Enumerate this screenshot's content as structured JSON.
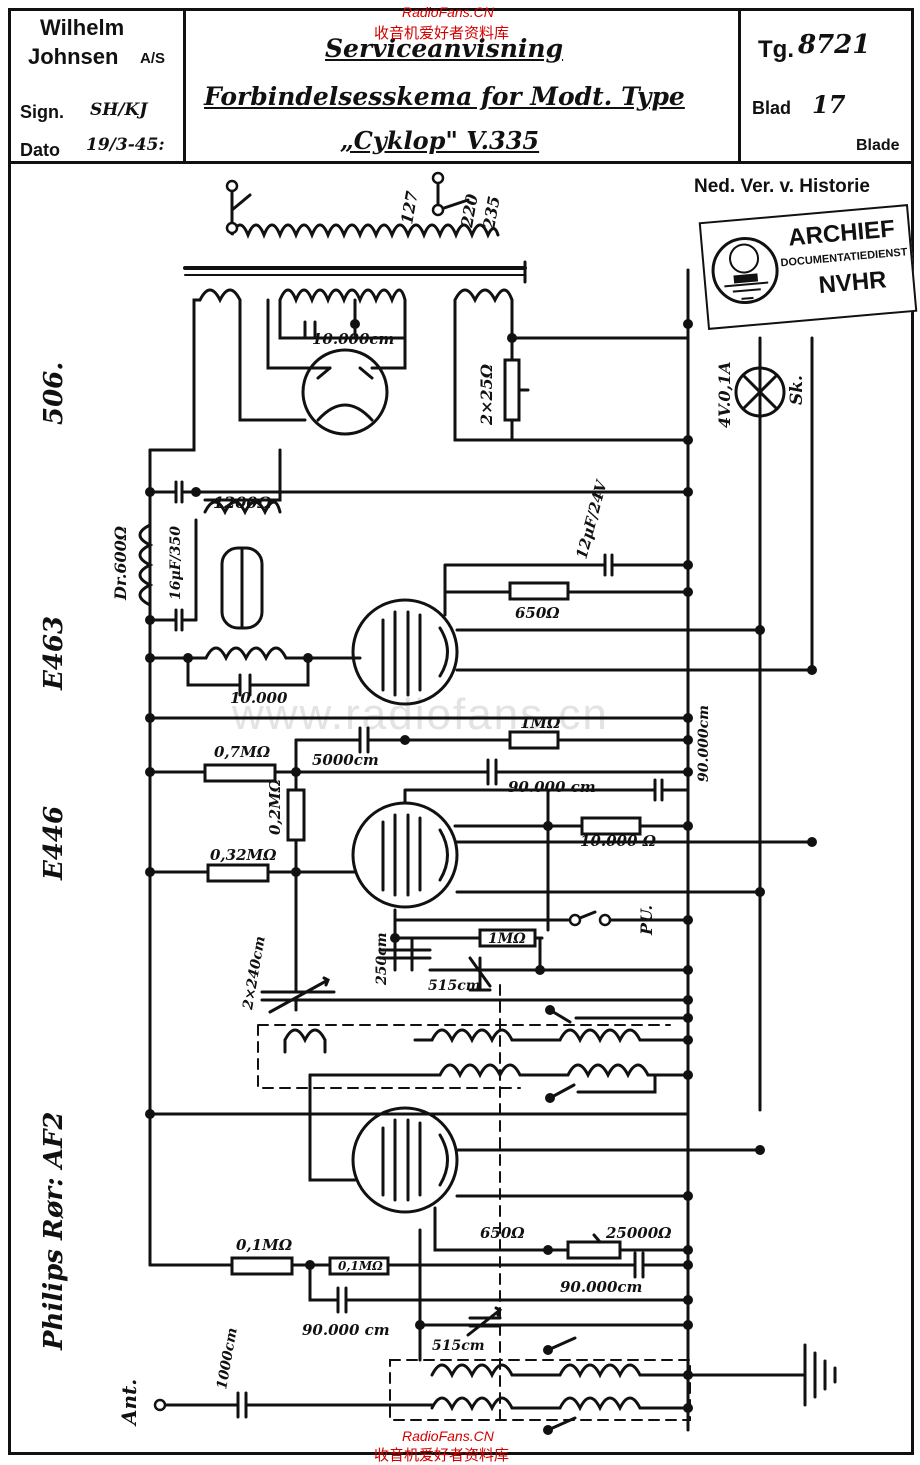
{
  "watermark_top": "RadioFans.CN",
  "watermark_top_sub": "收音机爱好者资料库",
  "watermark_center": "www.radiofans.cn",
  "watermark_bottom": "RadioFans.CN",
  "watermark_bottom_sub": "收音机爱好者资料库",
  "header": {
    "company_line1": "Wilhelm",
    "company_line2": "Johnsen",
    "company_suffix": "A/S",
    "sign_label": "Sign.",
    "sign_value": "SH/KJ",
    "dato_label": "Dato",
    "dato_value": "19/3-45:",
    "title": "Serviceanvisning",
    "subtitle": "Forbindelsesskema for Modt. Type",
    "model": "„Cyklop\" V.335",
    "tg_label": "Tg.",
    "tg_value": "8721",
    "blad_label": "Blad",
    "blad_value": "17",
    "blade_label": "Blade"
  },
  "archive": {
    "heading": "Ned. Ver. v. Historie",
    "line1": "ARCHIEF",
    "line2": "DOCUMENTATIEDIENST",
    "line3": "NVHR"
  },
  "tube_labels": {
    "rectifier": "506.",
    "output": "E463",
    "detector": "E446",
    "rf": "Philips Rør: AF2",
    "ant": "Ant."
  },
  "components": {
    "tap_127": "127",
    "tap_220": "220",
    "tap_235": "235",
    "cap_10000cm": "10.000cm",
    "res_2x25": "2×25Ω",
    "lamp": "4V.0,1A",
    "sk": "Sk.",
    "res_1200": "1200Ω",
    "choke": "Dr.600Ω",
    "elko": "16μF/350",
    "elko_12": "12μF/24V",
    "res_650": "650Ω",
    "cap_10000": "10.000",
    "res_1m_a": "1MΩ",
    "cap_5000": "5000cm",
    "res_07": "0,7MΩ",
    "cap_90000_a": "90.000 cm",
    "cap_90000_v": "90.000cm",
    "res_10000": "10.000 Ω",
    "res_02": "0,2MΩ",
    "res_032": "0,32MΩ",
    "pu": "PU.",
    "cap_250": "250cm",
    "res_1m_b": "1MΩ",
    "cap_515_a": "515cm",
    "cap_2x240": "2×240cm",
    "res_01_a": "0,1MΩ",
    "res_01_b": "0,1MΩ",
    "res_650_b": "650Ω",
    "res_25000": "25000Ω",
    "cap_90000_b": "90.000cm",
    "cap_90000_c": "90.000 cm",
    "cap_515_b": "515cm",
    "cap_1000": "1000cm"
  }
}
